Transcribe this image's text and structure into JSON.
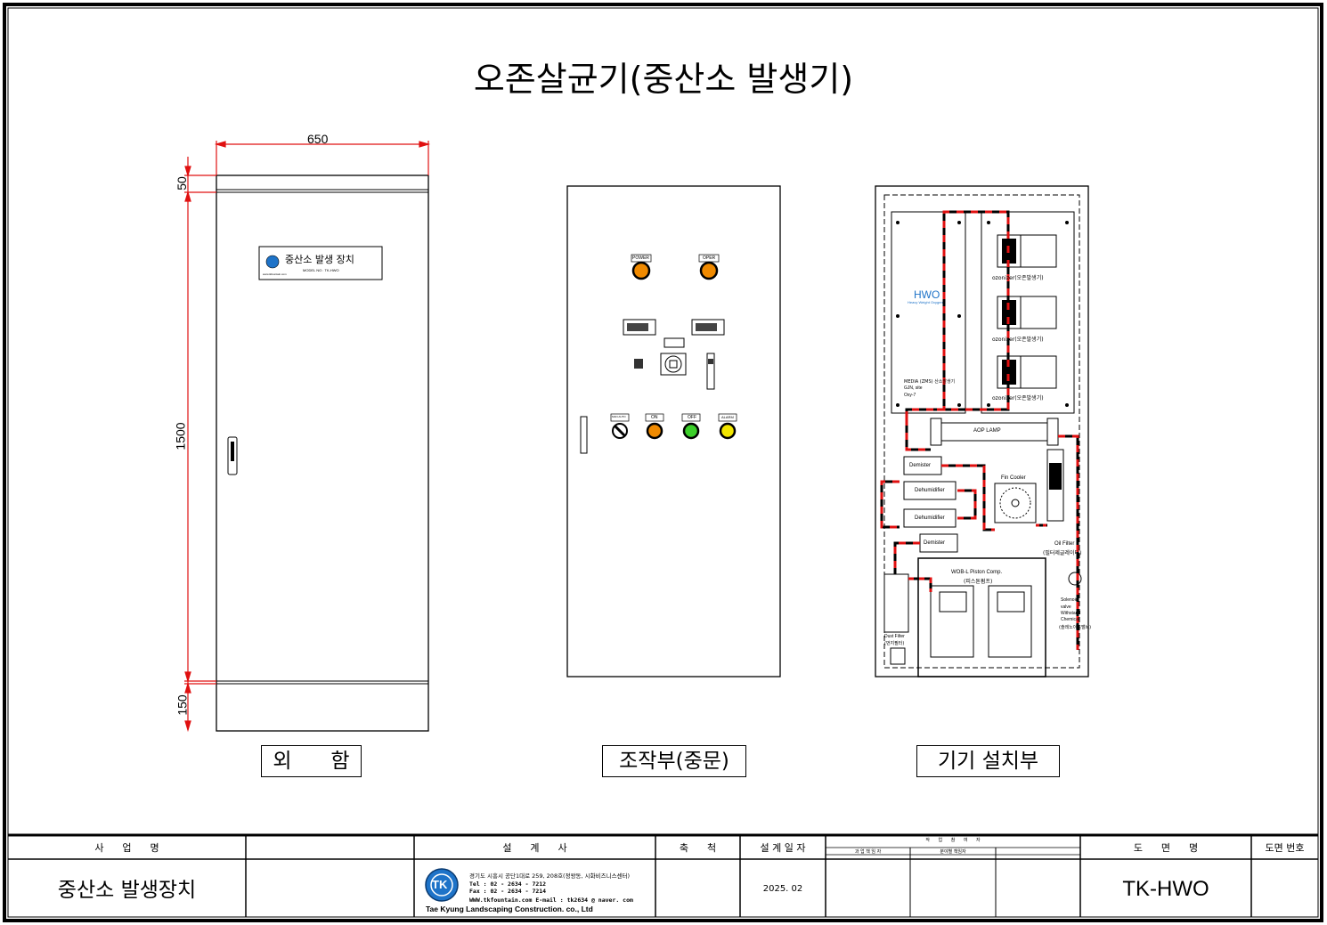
{
  "title": "오존살균기(중산소 발생기)",
  "views": {
    "exterior": {
      "caption": "외      함",
      "dims": {
        "width": "650",
        "top": "50",
        "height": "1500",
        "bottom": "150"
      },
      "nameplate": {
        "title": "중산소 발생 장치",
        "model": "MODEL NO : TK-HWO",
        "url": "www.tkfountain.com"
      }
    },
    "control": {
      "caption": "조작부(중문)",
      "labels": {
        "power": "POWER",
        "oper": "OPER",
        "on": "ON",
        "off": "OFF",
        "alarm": "ALARM",
        "sel": "MAN AUTO"
      }
    },
    "equipment": {
      "caption": "기기 설치부",
      "labels": {
        "hwo": "HWO",
        "hwo_sub": "Heavy Weight Oxygen",
        "ozonizer": "ozonizer(오존발생기)",
        "media1": "MEDIA (ZMS) 산소발생기",
        "media2": "GJN, site",
        "media3": "Oxy-7",
        "aop": "AOP LAMP",
        "demister": "Demister",
        "dehumidifier": "Dehumidifier",
        "fin_cooler": "Fin Cooler",
        "oil_filter1": "Oil Filter",
        "oil_filter2": "(필터제글레이터)",
        "piston1": "WOB-L Piston Comp.",
        "piston2": "(피스톤펌프)",
        "sol1": "Solenoid",
        "sol2": "valve",
        "sol3": "Withstand",
        "sol4": "Chemical",
        "sol5": "(솔레노이드밸브)",
        "dust1": "Dust Filter",
        "dust2": "(먼지필터)"
      }
    }
  },
  "title_block": {
    "headers": {
      "project": "사      업      명",
      "designer": "설      계      사",
      "scale": "축      척",
      "date": "설 계 일 자",
      "workers": "작      업      참      여      자",
      "worker_sub1": "과 업 책 임 자",
      "worker_sub2": "분야별 책임자",
      "drawing_name": "도      면      명",
      "drawing_no": "도면 번호"
    },
    "project_name": "중산소 발생장치",
    "company": {
      "logo_text": "TK",
      "address": "경기도 시흥시 공단1대로 259, 208호(정왕동, 시화비즈니스센터)",
      "tel": "Tel  : 02 - 2634 - 7212",
      "fax": "Fax : 02 - 2634 - 7214",
      "web": "WWW.tkfountain.com    E-mail : tk2634 @ naver. com",
      "name": "Tae Kyung Landscaping Construction. co., Ltd"
    },
    "date": "2025. 02",
    "drawing_name": "TK-HWO"
  },
  "colors": {
    "dim": "#e01010",
    "line": "#000000",
    "amber": "#f08a00",
    "green": "#3ccf2a",
    "yellow": "#f2e600"
  }
}
